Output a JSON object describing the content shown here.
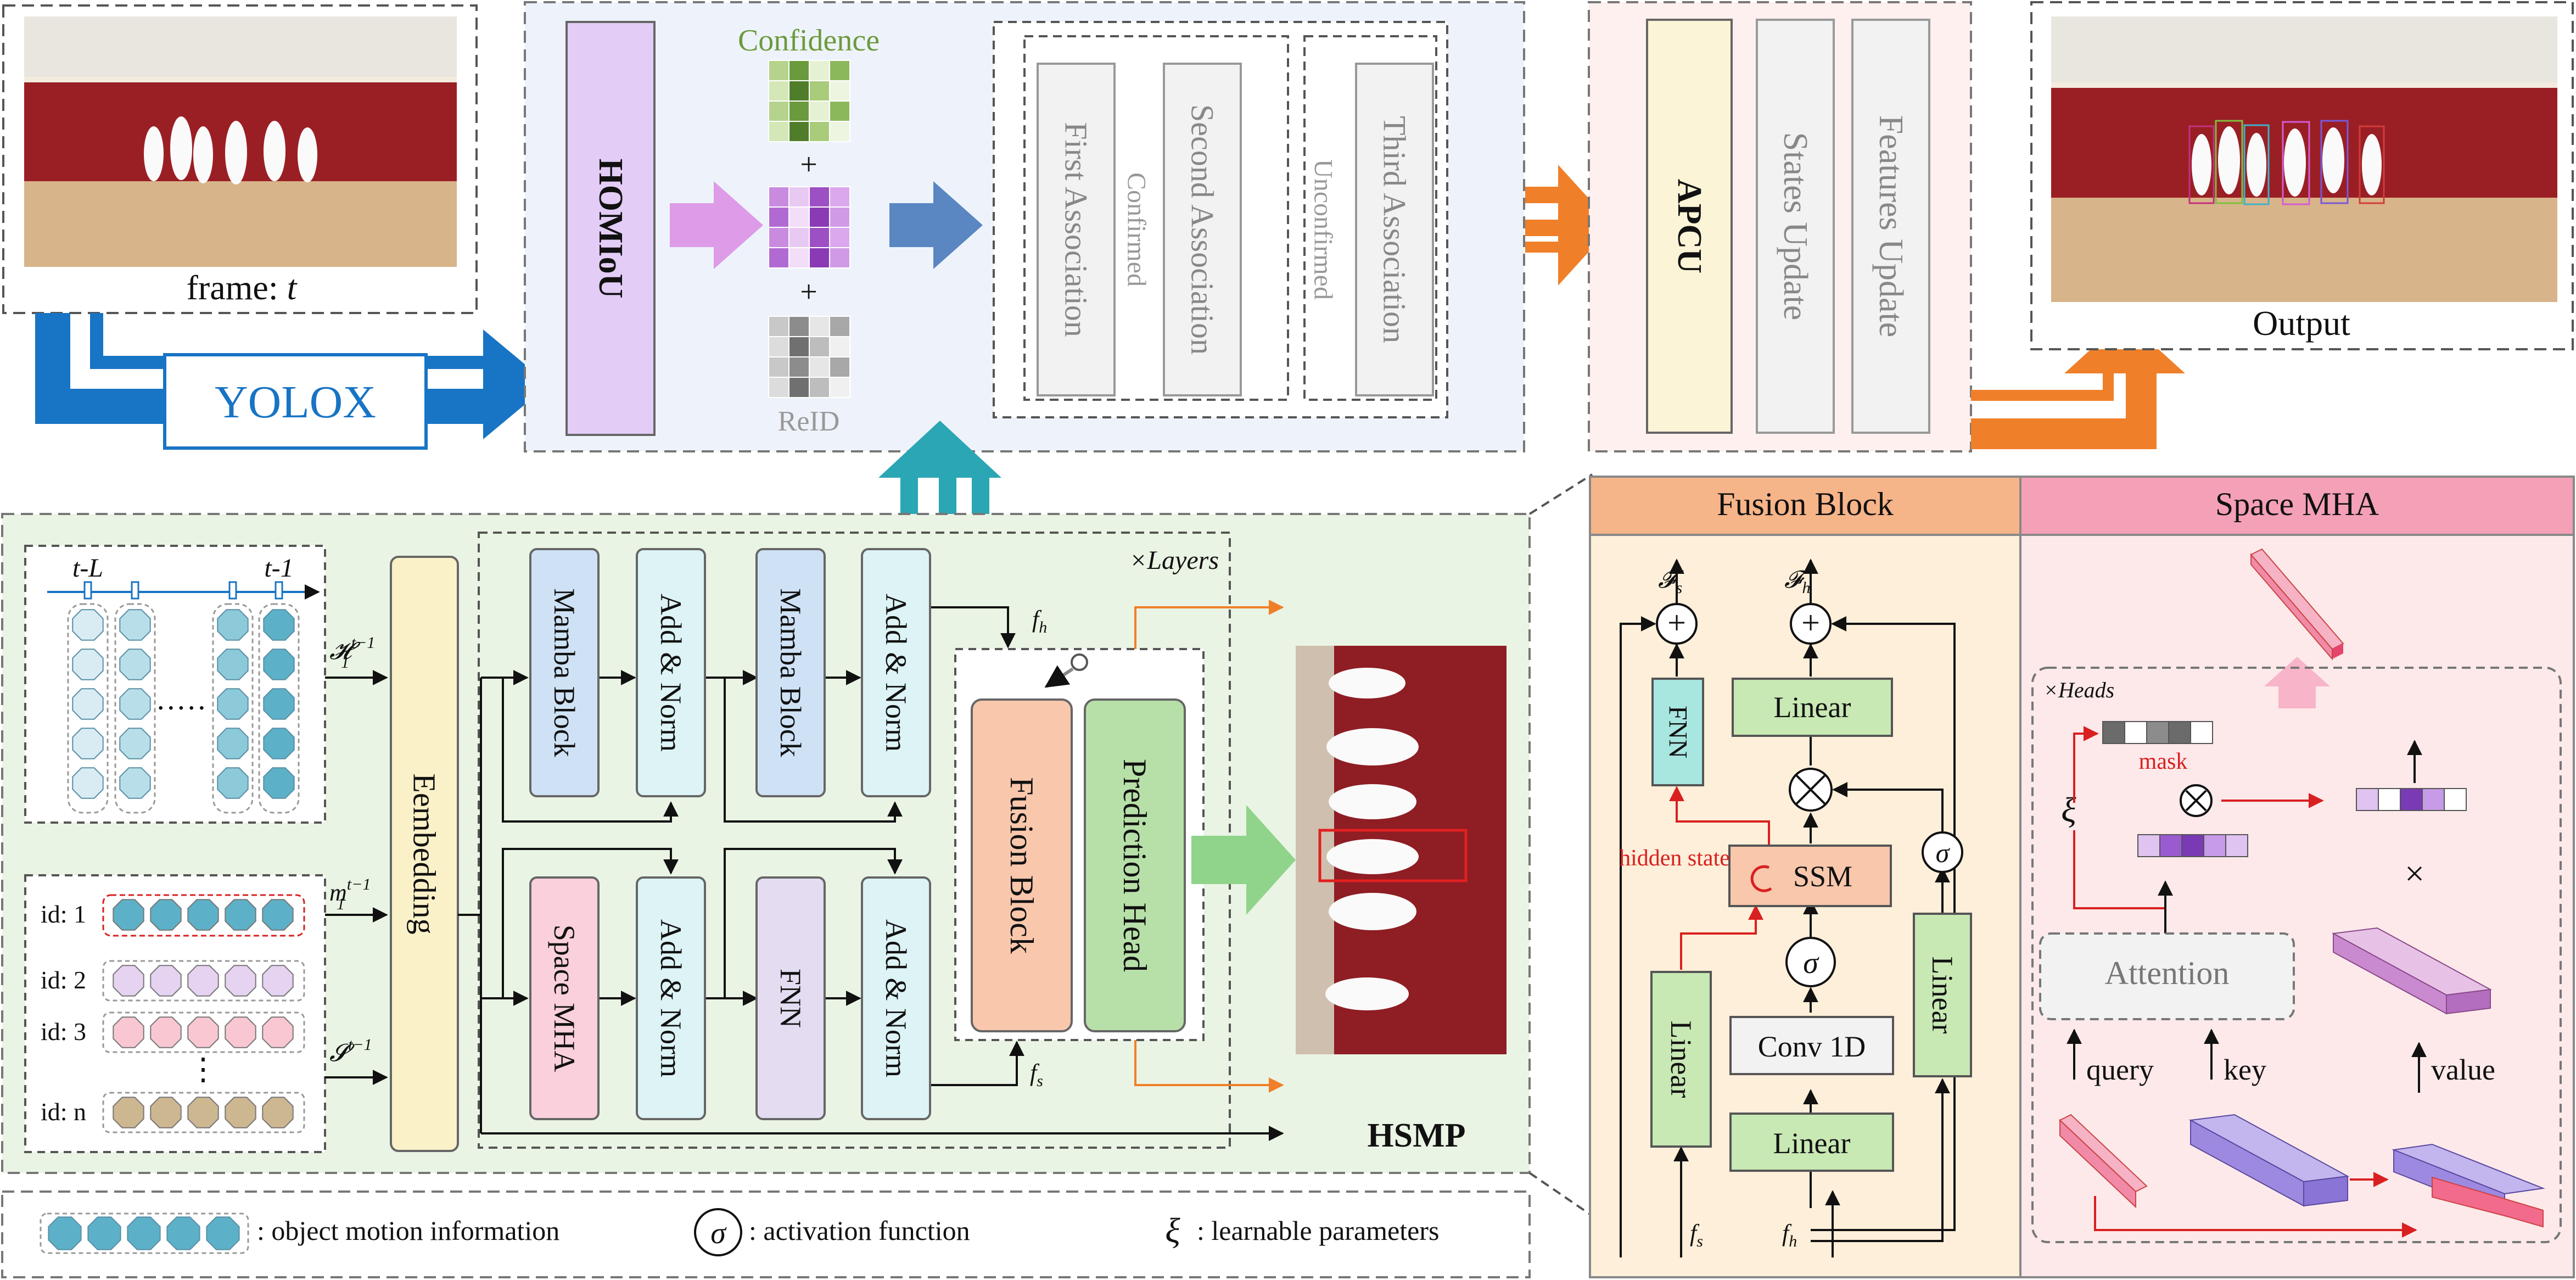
{
  "input": {
    "frame_label": "frame: ",
    "frame_var": "t"
  },
  "detector": {
    "label": "YOLOX"
  },
  "association": {
    "homiou": "HOMIoU",
    "confidence": "Confidence",
    "plus": "+",
    "reid": "ReID",
    "first": "First Association",
    "confirmed": "Confirmed",
    "second": "Second Association",
    "unconfirmed": "Unconfirmed",
    "third": "Third Association"
  },
  "update": {
    "apcu": "APCU",
    "states": "States Update",
    "features": "Features Update"
  },
  "output": {
    "label": "Output"
  },
  "hsmp": {
    "title": "HSMP",
    "tick_start": "t-L",
    "tick_end": "t-1",
    "dots": "·····",
    "ids": [
      "id: 1",
      "id: 2",
      "id: 3",
      "id: n"
    ],
    "vdots": "⋮",
    "h_label": "𝓗",
    "m_label": "m",
    "s_label": "𝓢",
    "sup": "t−1",
    "sub": "1",
    "embedding": "Eembedding",
    "mamba1": "Mamba Block",
    "addnorm": "Add & Norm",
    "mamba2": "Mamba Block",
    "space_mha": "Space MHA",
    "fnn": "FNN",
    "layers": "×Layers",
    "fh": "f",
    "fh_sub": "h",
    "fs": "f",
    "fs_sub": "s",
    "fusion": "Fusion Block",
    "prediction": "Prediction Head"
  },
  "fusion_detail": {
    "title": "Fusion Block",
    "Fs": "𝓕",
    "Fs_sub": "s",
    "Fh": "𝓕",
    "Fh_sub": "h",
    "fnn": "FNN",
    "linear": "Linear",
    "ssm": "SSM",
    "hidden_state": "hidden state",
    "conv": "Conv 1D",
    "in_fs": "f",
    "in_fh": "f"
  },
  "space_mha_detail": {
    "title": "Space MHA",
    "heads": "×Heads",
    "mask": "mask",
    "xi": "ξ",
    "attention": "Attention",
    "query": "query",
    "key": "key",
    "value": "value",
    "times": "×"
  },
  "legend": {
    "motion": ": object motion information",
    "activation": ": activation function",
    "xi": "ξ",
    "learnable": ": learnable parameters"
  },
  "colors": {
    "blue_arrow": "#1874c4",
    "orange_arrow": "#f07f2a",
    "teal_arrow": "#2aa6b5",
    "panel_blue": "#eef3fb",
    "panel_pink": "#fdf0ee",
    "panel_green": "#eaf4e4",
    "panel_fusion": "#fdefd9",
    "panel_mha": "#fde9ea",
    "hdr_fusion": "#f6b489",
    "hdr_mha": "#f4a0b7"
  }
}
